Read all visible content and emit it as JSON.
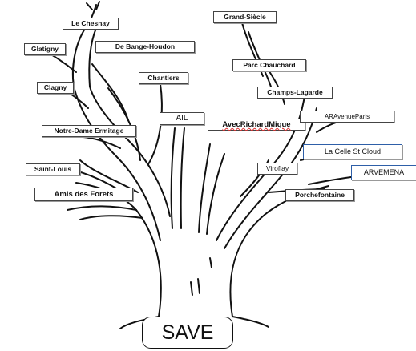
{
  "labels": {
    "le_chesnay": "Le Chesnay",
    "grand_siecle": "Grand-Siècle",
    "glatigny": "Glatigny",
    "de_bange_houdon": "De Bange-Houdon",
    "parc_chauchard": "Parc Chauchard",
    "clagny": "Clagny",
    "chantiers": "Chantiers",
    "champs_lagarde": "Champs-Lagarde",
    "ail": "AIL",
    "avec_richard_mique": "AvecRichardMique",
    "ar_avenue_paris": "ARAvenueParis",
    "notre_dame_ermitage": "Notre-Dame Ermitage",
    "la_celle_st_cloud": "La Celle St Cloud",
    "saint_louis": "Saint-Louis",
    "viroflay": "Viroflay",
    "arvemena": "ARVEMENA",
    "amis_des_forets": "Amis des Forets",
    "porchefontaine": "Porchefontaine"
  },
  "save_label": "SAVE",
  "colors": {
    "stroke": "#111111",
    "label_border": "#444444",
    "blue_border": "#2e5fa8",
    "underline": "#dd3333"
  }
}
